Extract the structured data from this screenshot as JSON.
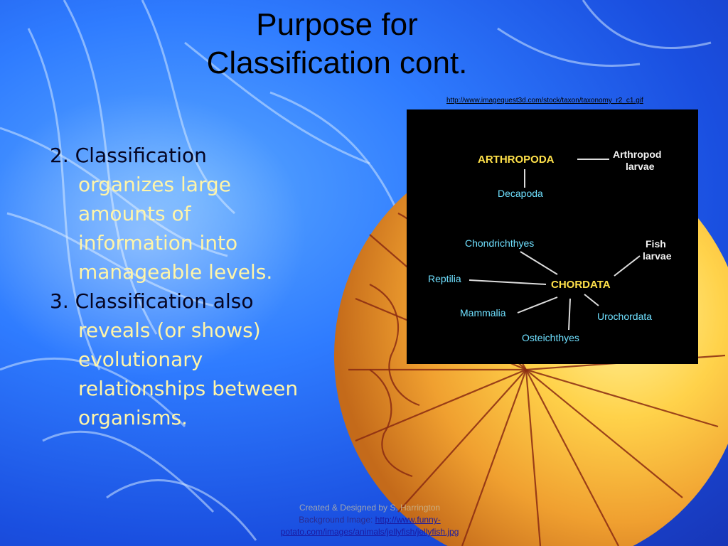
{
  "slide": {
    "title_line1": "Purpose for",
    "title_line2": "Classification cont.",
    "image_source": "http://www.imagequest3d.com/stock/taxon/taxonomy_r2_c1.gif",
    "bullets": [
      {
        "number": "2.",
        "first": "Classification",
        "rest": [
          "organizes large",
          "amounts of",
          "information into",
          "manageable levels."
        ]
      },
      {
        "number": "3.",
        "first": "Classification also",
        "rest": [
          "reveals (or shows)",
          "evolutionary",
          "relationships between",
          "organisms."
        ]
      }
    ],
    "diagram": {
      "arthropoda": "ARTHROPODA",
      "arthropod_larvae_1": "Arthropod",
      "arthropod_larvae_2": "larvae",
      "decapoda": "Decapoda",
      "chondrichthyes": "Chondrichthyes",
      "fish_larvae_1": "Fish",
      "fish_larvae_2": "larvae",
      "reptilia": "Reptilia",
      "chordata": "CHORDATA",
      "mammalia": "Mammalia",
      "urochordata": "Urochordata",
      "osteichthyes": "Osteichthyes"
    },
    "credits": {
      "line1": "Created & Designed by S. Harrington",
      "line2_prefix": "Background Image: ",
      "line2_link": "http://www.funny-",
      "line3_link": "potato.com/images/animals/jellyfish/jellyfish.jpg"
    }
  }
}
